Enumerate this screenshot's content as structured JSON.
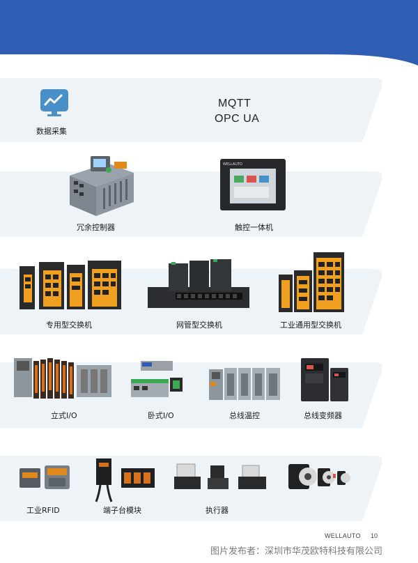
{
  "row1": {
    "label": "数据采集",
    "protocols": [
      "MQTT",
      "OPC UA"
    ]
  },
  "row2": {
    "items": [
      {
        "label": "冗余控制器"
      },
      {
        "label": "触控一体机"
      }
    ]
  },
  "row3": {
    "items": [
      {
        "label": "专用型交换机"
      },
      {
        "label": "网管型交换机"
      },
      {
        "label": "工业通用型交换机"
      }
    ]
  },
  "row4": {
    "items": [
      {
        "label": "立式I/O"
      },
      {
        "label": "卧式I/O"
      },
      {
        "label": "总线温控"
      },
      {
        "label": "总线变频器"
      }
    ]
  },
  "row5": {
    "items": [
      {
        "label": "工业RFID"
      },
      {
        "label": "端子台模块"
      },
      {
        "label": "执行器"
      }
    ]
  },
  "footer": {
    "brand": "WELLAUTO",
    "page": "10",
    "watermark": "图片发布者：深圳市华茂欧特科技有限公司"
  },
  "colors": {
    "header": "#2f5db4",
    "band": "#edf3f7",
    "orange": "#f0a020"
  }
}
